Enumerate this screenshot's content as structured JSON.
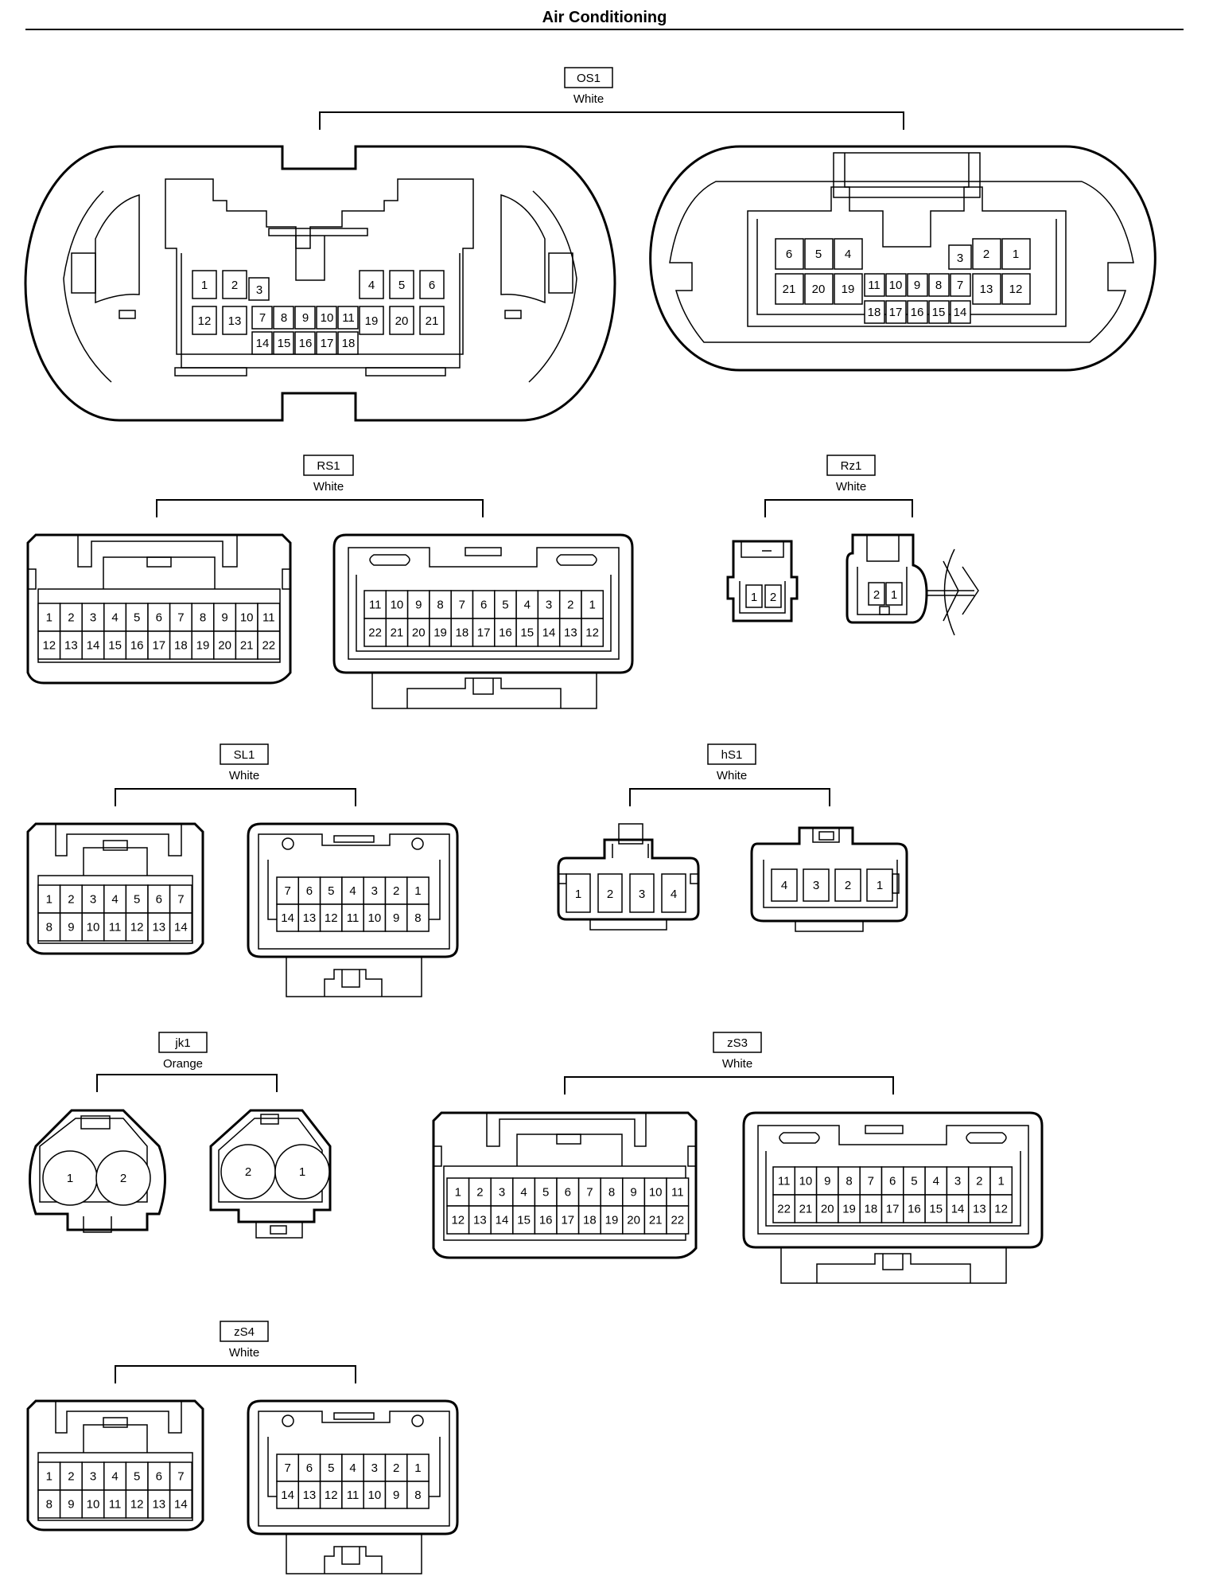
{
  "page": {
    "title": "Air Conditioning"
  },
  "connectors": [
    {
      "id": "os1",
      "code": "OS1",
      "color": "White"
    },
    {
      "id": "rs1",
      "code": "RS1",
      "color": "White"
    },
    {
      "id": "rz1",
      "code": "Rz1",
      "color": "White"
    },
    {
      "id": "sl1",
      "code": "SL1",
      "color": "White"
    },
    {
      "id": "hs1",
      "code": "hS1",
      "color": "White"
    },
    {
      "id": "jk1",
      "code": "jk1",
      "color": "Orange"
    },
    {
      "id": "zs3",
      "code": "zS3",
      "color": "White"
    },
    {
      "id": "zs4",
      "code": "zS4",
      "color": "White"
    }
  ],
  "pin_layouts": {
    "os1_female": {
      "top": [
        "1",
        "2",
        "3",
        "4",
        "5",
        "6"
      ],
      "bottom": [
        "12",
        "13",
        "7",
        "8",
        "9",
        "10",
        "11",
        "19",
        "20",
        "21"
      ],
      "lower": [
        "14",
        "15",
        "16",
        "17",
        "18"
      ]
    },
    "os1_male": {
      "top": [
        "6",
        "5",
        "4",
        "3",
        "2",
        "1"
      ],
      "bottom": [
        "21",
        "20",
        "19",
        "11",
        "10",
        "9",
        "8",
        "7",
        "13",
        "12"
      ],
      "lower": [
        "18",
        "17",
        "16",
        "15",
        "14"
      ]
    },
    "p22_female": [
      [
        "1",
        "2",
        "3",
        "4",
        "5",
        "6",
        "7",
        "8",
        "9",
        "10",
        "11"
      ],
      [
        "12",
        "13",
        "14",
        "15",
        "16",
        "17",
        "18",
        "19",
        "20",
        "21",
        "22"
      ]
    ],
    "p22_male": [
      [
        "11",
        "10",
        "9",
        "8",
        "7",
        "6",
        "5",
        "4",
        "3",
        "2",
        "1"
      ],
      [
        "22",
        "21",
        "20",
        "19",
        "18",
        "17",
        "16",
        "15",
        "14",
        "13",
        "12"
      ]
    ],
    "p14_female": [
      [
        "1",
        "2",
        "3",
        "4",
        "5",
        "6",
        "7"
      ],
      [
        "8",
        "9",
        "10",
        "11",
        "12",
        "13",
        "14"
      ]
    ],
    "p14_male": [
      [
        "7",
        "6",
        "5",
        "4",
        "3",
        "2",
        "1"
      ],
      [
        "14",
        "13",
        "12",
        "11",
        "10",
        "9",
        "8"
      ]
    ],
    "p2_female": [
      "1",
      "2"
    ],
    "p2_male": [
      "2",
      "1"
    ],
    "p4_female": [
      "1",
      "2",
      "3",
      "4"
    ],
    "p4_male": [
      "4",
      "3",
      "2",
      "1"
    ]
  }
}
